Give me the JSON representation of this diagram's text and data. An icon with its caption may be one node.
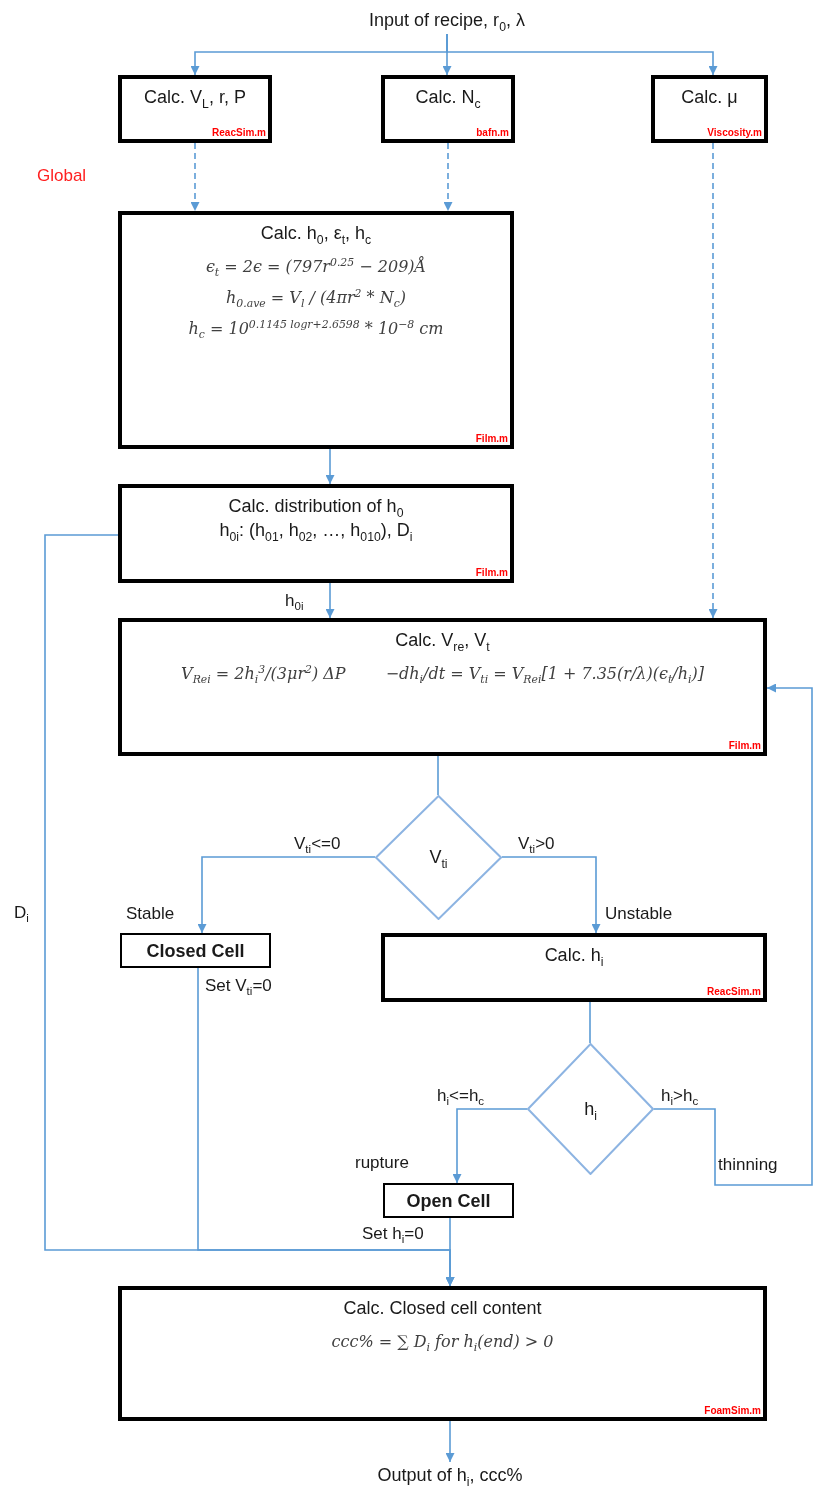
{
  "diagram": {
    "nodes": [
      {
        "text": [
          "Input of recipe, r$_{0}$, λ"
        ]
      },
      {
        "text": [
          "Calc. V$_{L}$, r, P",
          "ReacSim.m"
        ]
      },
      {
        "text": [
          "Calc. N$_{c}$",
          "bafn.m"
        ]
      },
      {
        "text": [
          "Calc. μ",
          "Viscosity.m"
        ]
      },
      {
        "text": [
          "Calc. h$_{0}$, ε$_{t}$, h$_{c}$",
          "ϵ$_{t}$ = 2ϵ = (797r$^{0.25}$ − 209)Å",
          "h$_{0.ave}$ = V$_{l}$ / (4πr$^{2}$ * N$_{c}$)",
          "h$_{c}$ = 10$^{0.1145 logr+2.6598}$ * 10$^{−8}$ cm",
          "Film.m"
        ]
      },
      {
        "text": [
          "Calc. distribution of h$_{0}$",
          "h$_{0i}$: (h$_{01}$, h$_{02}$, …, h$_{010}$), D$_{i}$",
          "Film.m"
        ]
      },
      {
        "text": [
          "Calc. V$_{re}$, V$_{t}$",
          "V$_{Rei}$ = 2h$_{i}$$^{3}$/(3μr$^{2}$) ΔP",
          "−dh$_{i}$/dt = V$_{ti}$ = V$_{Rei}$[1 + 7.35(r/λ)(ϵ$_{t}$/h$_{i}$)]",
          "Film.m"
        ]
      },
      {
        "text": [
          "V$_{ti}$"
        ]
      },
      {
        "text": [
          "Closed Cell"
        ],
        "beside": [
          "Stable",
          "Set V$_{ti}$=0"
        ]
      },
      {
        "text": [
          "Calc. h$_{i}$",
          "ReacSim.m"
        ],
        "beside": [
          "Unstable"
        ]
      },
      {
        "text": [
          "h$_{i}$"
        ]
      },
      {
        "text": [
          "Open Cell"
        ],
        "beside": [
          "rupture",
          "Set h$_{i}$=0"
        ]
      },
      {
        "text": [
          "Calc. Closed cell content",
          "ccc% = ∑ D$_{i}$   for h$_{i}$(end) > 0",
          "FoamSim.m"
        ]
      },
      {
        "text": [
          "Output of h$_{i}$, ccc%"
        ]
      }
    ],
    "edges": [
      {
        "from": 0,
        "to": 1,
        "arrow": "to"
      },
      {
        "from": 0,
        "to": 2,
        "arrow": "to"
      },
      {
        "from": 0,
        "to": 3,
        "arrow": "to"
      },
      {
        "from": 1,
        "to": 4,
        "arrow": "to",
        "style": "dashed"
      },
      {
        "from": 2,
        "to": 4,
        "arrow": "to",
        "style": "dashed"
      },
      {
        "from": 3,
        "to": 6,
        "arrow": "to",
        "style": "dashed"
      },
      {
        "from": 4,
        "to": 5,
        "arrow": "to"
      },
      {
        "from": 5,
        "to": 6,
        "arrow": "to",
        "label": "h$_{0i}$"
      },
      {
        "from": 6,
        "to": 7,
        "arrow": "none"
      },
      {
        "from": 7,
        "to": 8,
        "arrow": "to",
        "label": "V$_{ti}$<=0"
      },
      {
        "from": 7,
        "to": 9,
        "arrow": "to",
        "label": "V$_{ti}$>0"
      },
      {
        "from": 9,
        "to": 10,
        "arrow": "none"
      },
      {
        "from": 10,
        "to": 11,
        "arrow": "to",
        "label": "h$_{i}$<=h$_{c}$"
      },
      {
        "from": 10,
        "to": 6,
        "arrow": "to",
        "label": "h$_{i}$>h$_{c}$"
      },
      {
        "from": 8,
        "to": 12,
        "arrow": "to"
      },
      {
        "from": 11,
        "to": 12,
        "arrow": "to"
      },
      {
        "from": 5,
        "to": 12,
        "arrow": "to",
        "label": "D$_{i}$"
      },
      {
        "from": 12,
        "to": 13,
        "arrow": "to"
      }
    ],
    "labels": [
      "Global",
      "thinning"
    ]
  }
}
